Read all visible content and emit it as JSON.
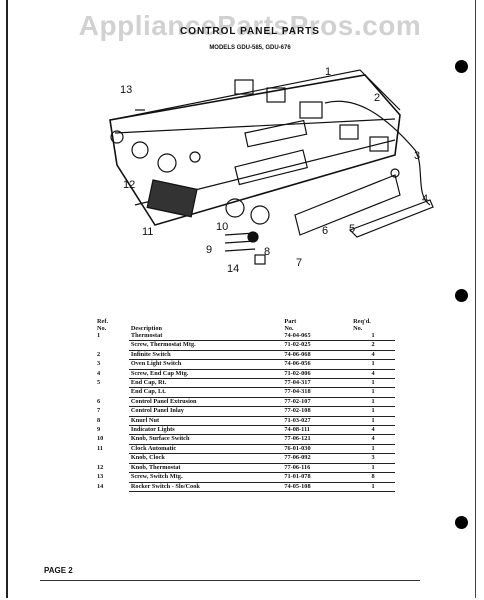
{
  "watermark": "AppliancePartsPros.com",
  "header": {
    "title": "CONTROL PANEL PARTS",
    "models": "MODELS GDU-585, GDU-676"
  },
  "diagram": {
    "callouts": [
      "1",
      "2",
      "3",
      "4",
      "5",
      "6",
      "7",
      "8",
      "9",
      "10",
      "11",
      "12",
      "13",
      "14"
    ]
  },
  "table": {
    "headers": {
      "ref_line1": "Ref.",
      "ref_line2": "No.",
      "description": "Description",
      "part_line1": "Part",
      "part_line2": "No.",
      "qty_line1": "Req'd.",
      "qty_line2": "No."
    },
    "rows": [
      {
        "ref": "1",
        "desc": "Thermostat",
        "part": "74-04-065",
        "qty": "1"
      },
      {
        "ref": "",
        "desc": "Screw, Thermostat Mtg.",
        "part": "71-02-025",
        "qty": "2"
      },
      {
        "ref": "2",
        "desc": "Infinite Switch",
        "part": "74-06-068",
        "qty": "4"
      },
      {
        "ref": "3",
        "desc": "Oven Light Switch",
        "part": "74-06-056",
        "qty": "1"
      },
      {
        "ref": "4",
        "desc": "Screw, End Cap Mtg.",
        "part": "71-02-006",
        "qty": "4"
      },
      {
        "ref": "5",
        "desc": "End Cap, Rt.",
        "part": "77-04-317",
        "qty": "1"
      },
      {
        "ref": "",
        "desc": "End Cap, Lt.",
        "part": "77-04-318",
        "qty": "1"
      },
      {
        "ref": "6",
        "desc": "Control Panel Extrusion",
        "part": "77-02-107",
        "qty": "1"
      },
      {
        "ref": "7",
        "desc": "Control Panel Inlay",
        "part": "77-02-108",
        "qty": "1"
      },
      {
        "ref": "8",
        "desc": "Knurl Nut",
        "part": "71-03-027",
        "qty": "1"
      },
      {
        "ref": "9",
        "desc": "Indicator Lights",
        "part": "74-08-111",
        "qty": "4"
      },
      {
        "ref": "10",
        "desc": "Knob, Surface Switch",
        "part": "77-06-121",
        "qty": "4"
      },
      {
        "ref": "11",
        "desc": "Clock Automatic",
        "part": "76-01-030",
        "qty": "1"
      },
      {
        "ref": "",
        "desc": "Knob, Clock",
        "part": "77-06-092",
        "qty": "3"
      },
      {
        "ref": "12",
        "desc": "Knob, Thermostat",
        "part": "77-06-116",
        "qty": "1"
      },
      {
        "ref": "13",
        "desc": "Screw, Switch Mtg.",
        "part": "71-01-078",
        "qty": "8"
      },
      {
        "ref": "14",
        "desc": "Rocker Switch - Slo/Cook",
        "part": "74-05-108",
        "qty": "1"
      }
    ]
  },
  "footer": {
    "page": "PAGE 2"
  }
}
